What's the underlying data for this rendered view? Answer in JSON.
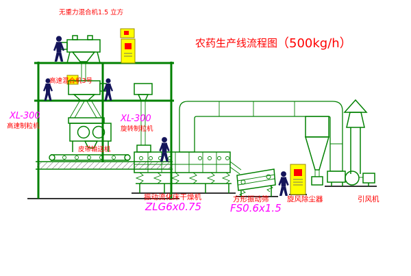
{
  "title": {
    "name": "农药生产线流程图",
    "capacity": "（500kg/h）"
  },
  "labels": {
    "gravity_mixer": "无重力混合机1.5 立方",
    "high_speed_mixer": "高速混合机3号",
    "granulator_left_code": "XL-300",
    "granulator_left_name": "高速制粒机",
    "granulator_center_code": "XL-300",
    "granulator_center_name": "旋转制粒机",
    "belt_conveyor": "皮带输送机",
    "fluid_bed_dryer": "振动流化床干燥机",
    "fluid_bed_dryer_code": "ZLG6x0.75",
    "vibrating_sieve": "方形振动筛",
    "vibrating_sieve_code": "FS0.6x1.5",
    "cyclone": "旋风除尘器",
    "fan": "引风机"
  },
  "colors": {
    "machine_green": "#008000",
    "label_red": "#ff0000",
    "code_magenta": "#ff00ff",
    "panel_yellow": "#ffff00",
    "figure_navy": "#14145a",
    "background": "#ffffff"
  }
}
